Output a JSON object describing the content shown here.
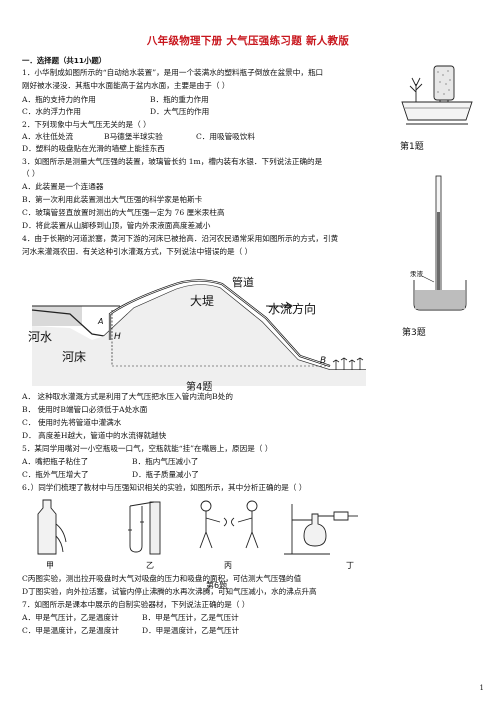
{
  "doc": {
    "title": "八年级物理下册 大气压强练习题 新人教版",
    "section": "一．选择题（共11小题）",
    "page_number": "1"
  },
  "q1": {
    "stem1": "1．小华制成如图所示的“自动给水装置”，是用一个装满水的塑料瓶子倒放在盆景中，瓶口",
    "stem2": "刚好被水浸没．其瓶中水面能高于盆内水面，主要是由于（      ）",
    "a": "A．瓶的支持力的作用",
    "b": "B．瓶的重力作用",
    "c": "C．水的浮力作用",
    "d": "D．大气压的作用",
    "caption": "第1题"
  },
  "q2": {
    "stem": "2．下列现象中与大气压无关的是（      ）",
    "a": "A．水往低处流",
    "b": "B马德堡半球实验",
    "c": "C．用吸管吸饮料",
    "d": "D．塑料的吸盘贴在光滑的墙壁上能挂东西"
  },
  "q3": {
    "stem1": "3．如图所示是测量大气压强的装置，玻璃管长约 1m，槽内装有水银．下列说法正确的是",
    "stem2": "（      ）",
    "a": "A．此装置是一个连通器",
    "b": "B．第一次利用此装置测出大气压强的科学家是帕斯卡",
    "c": "C．玻璃管竖直放置时测出的大气压强一定为 76 厘米汞柱高",
    "d": "D．将此装置从山脚移到山顶，管内外汞液面高度差减小",
    "caption": "第3题",
    "mercury_label": "汞液"
  },
  "q4": {
    "stem1": "4．由于长期的河道淤塞，黄河下游的河床已被抬高．沿河农民通常采用如图所示的方式，引黄",
    "stem2": "河水来灌溉农田．有关这种引水灌溉方式，下列说法中错误的是（      ）",
    "fig": {
      "pipe": "管道",
      "dam": "大堤",
      "flow": "水流方向",
      "river": "河水",
      "bed": "河床",
      "a": "A",
      "b": "B",
      "h": "H",
      "caption": "第4题"
    },
    "a": "A．   这种取水灌溉方式是利用了大气压把水压入管内流向B处的",
    "b": "B．   使用时B端管口必须低于A处水面",
    "c": "C．  使用时先将管道中灌满水",
    "d": "D．   高度差H越大，管道中的水流得就越快"
  },
  "q5": {
    "stem": "5．某同学用嘴对一小空瓶吸一口气，空瓶就能“挂”在嘴唇上，原因是（      ）",
    "a": "A．嘴把瓶子粘住了",
    "b": "B．瓶内气压减小了",
    "c": "C．瓶外气压增大了",
    "d": "D．瓶子质量减小了"
  },
  "q6": {
    "stem": "6．）同学们梳理了教材中与压强知识相关的实验，如图所示，其中分析正确的是（      ）",
    "labels": [
      "甲",
      "乙",
      "丙",
      "丁"
    ],
    "c": "C丙图实验，测出拉开吸盘时大气对吸盘的压力和吸盘的面积，可估测大气压强的值",
    "d": "D丁图实验，向外拉活塞，试管内停止沸腾的水再次沸腾，可知气压减小，水的沸点升高",
    "caption_partial": "第6题"
  },
  "q7": {
    "stem": "7．如图所示是课本中展示的自制实验器材，下列说法正确的是（      ）",
    "a": "A．甲是气压计，乙是温度计",
    "b": "B．甲是气压计，乙是气压计",
    "c": "C．甲是温度计，乙是温度计",
    "d": "D．甲是温度计，乙是气压计"
  },
  "colors": {
    "title": "#c8161d",
    "text": "#111111"
  }
}
